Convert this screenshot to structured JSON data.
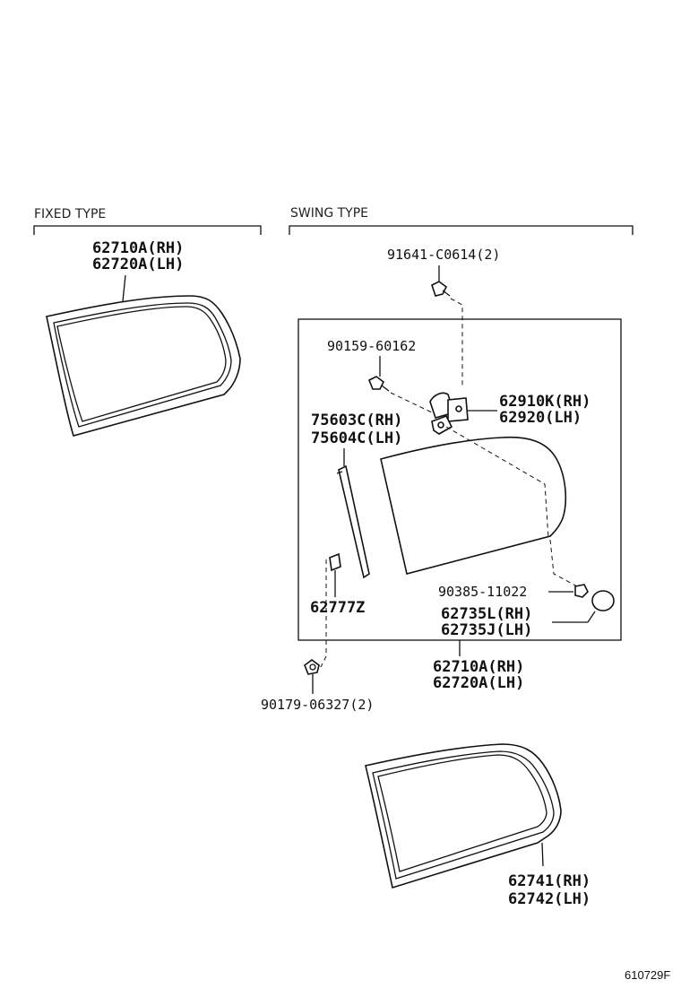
{
  "sections": {
    "fixed": "FIXED TYPE",
    "swing": "SWING TYPE"
  },
  "labels": {
    "fixed_glass_rh": "62710A(RH)",
    "fixed_glass_lh": "62720A(LH)",
    "bolt_top": "91641-C0614(2)",
    "screw": "90159-60162",
    "hinge_rh": "62910K(RH)",
    "hinge_lh": "62920(LH)",
    "molding_rh": "75603C(RH)",
    "molding_lh": "75604C(LH)",
    "clip": "62777Z",
    "nut": "90385-11022",
    "cushion_rh": "62735L(RH)",
    "cushion_lh": "62735J(LH)",
    "swing_glass_rh": "62710A(RH)",
    "swing_glass_lh": "62720A(LH)",
    "clip_screw": "90179-06327(2)",
    "weatherstrip_rh": "62741(RH)",
    "weatherstrip_lh": "62742(LH)",
    "figure_number": "610729F"
  }
}
